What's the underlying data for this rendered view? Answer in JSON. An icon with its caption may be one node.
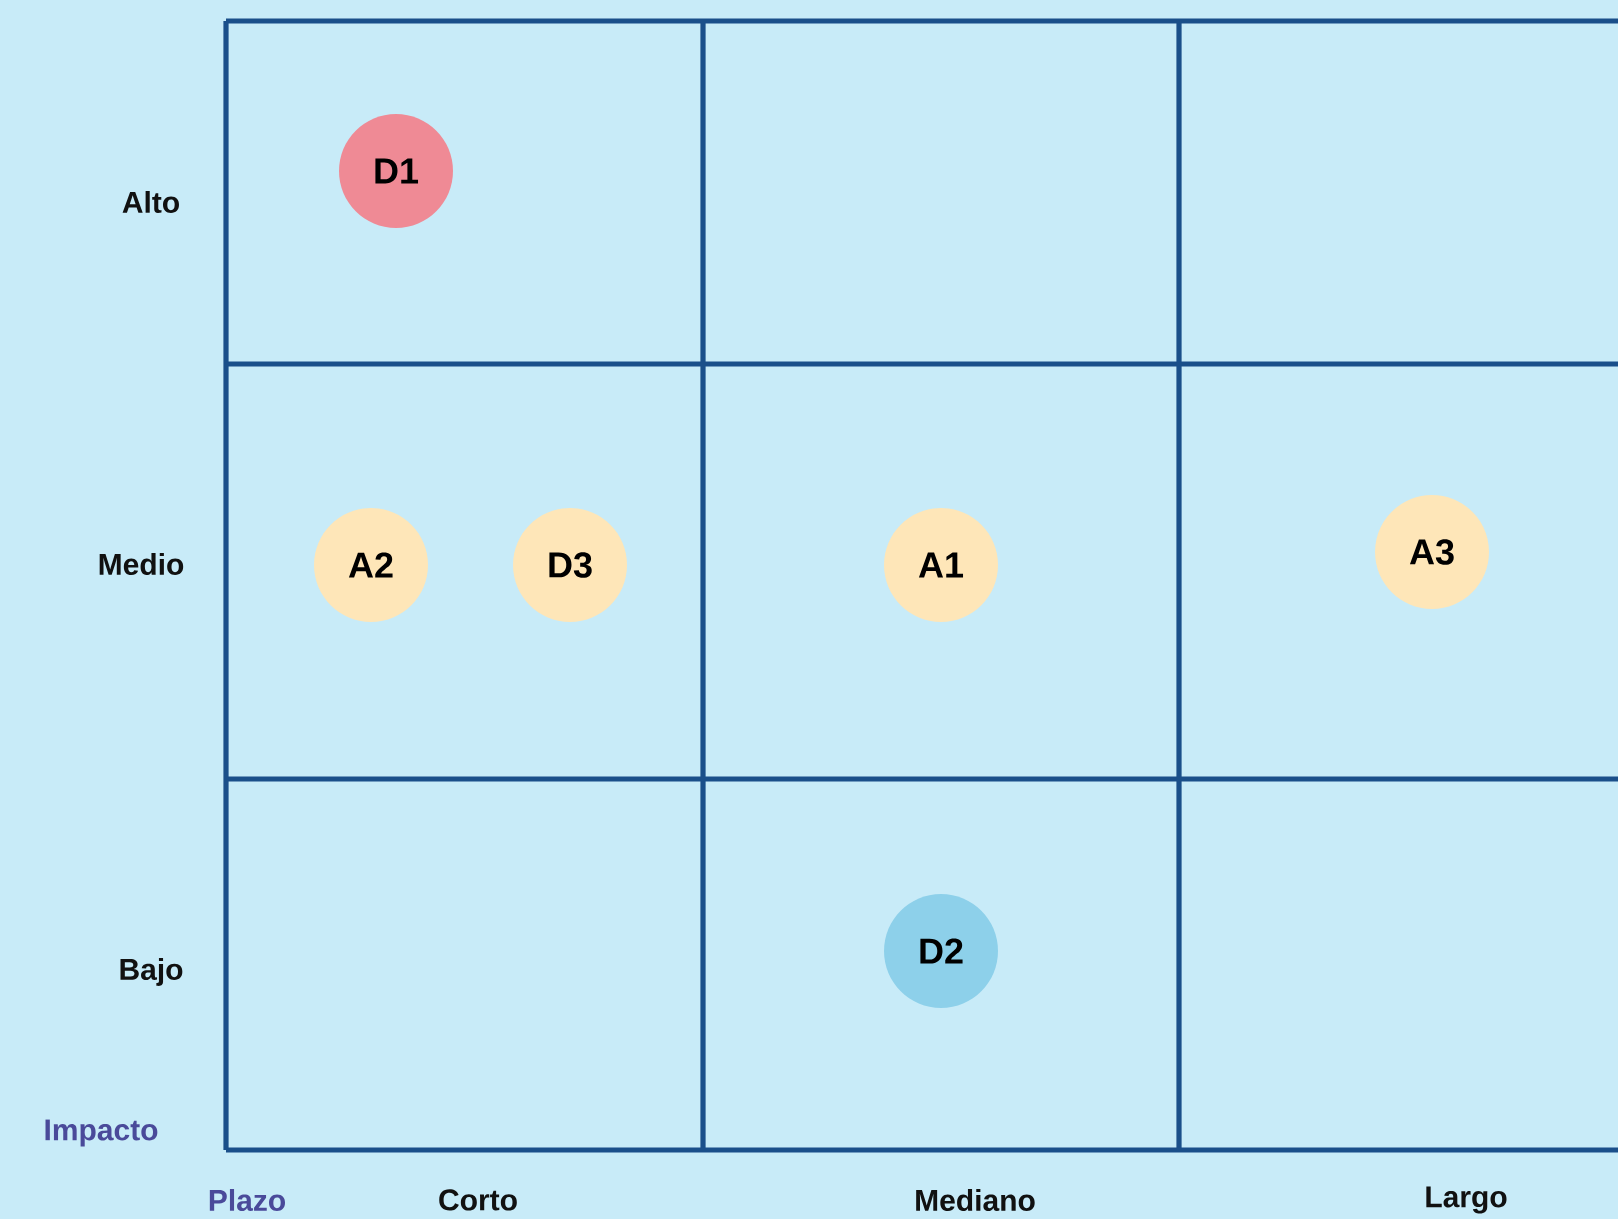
{
  "diagram": {
    "nodes": [
      {
        "text": [
          "D1"
        ]
      },
      {
        "text": [
          "A2"
        ]
      },
      {
        "text": [
          "D3"
        ]
      },
      {
        "text": [
          "A1"
        ]
      },
      {
        "text": [
          "A3"
        ]
      },
      {
        "text": [
          "D2"
        ]
      }
    ],
    "labels": [
      "Alto",
      "Medio",
      "Bajo",
      "Impacto",
      "Plazo",
      "Corto",
      "Mediano",
      "Largo"
    ]
  }
}
